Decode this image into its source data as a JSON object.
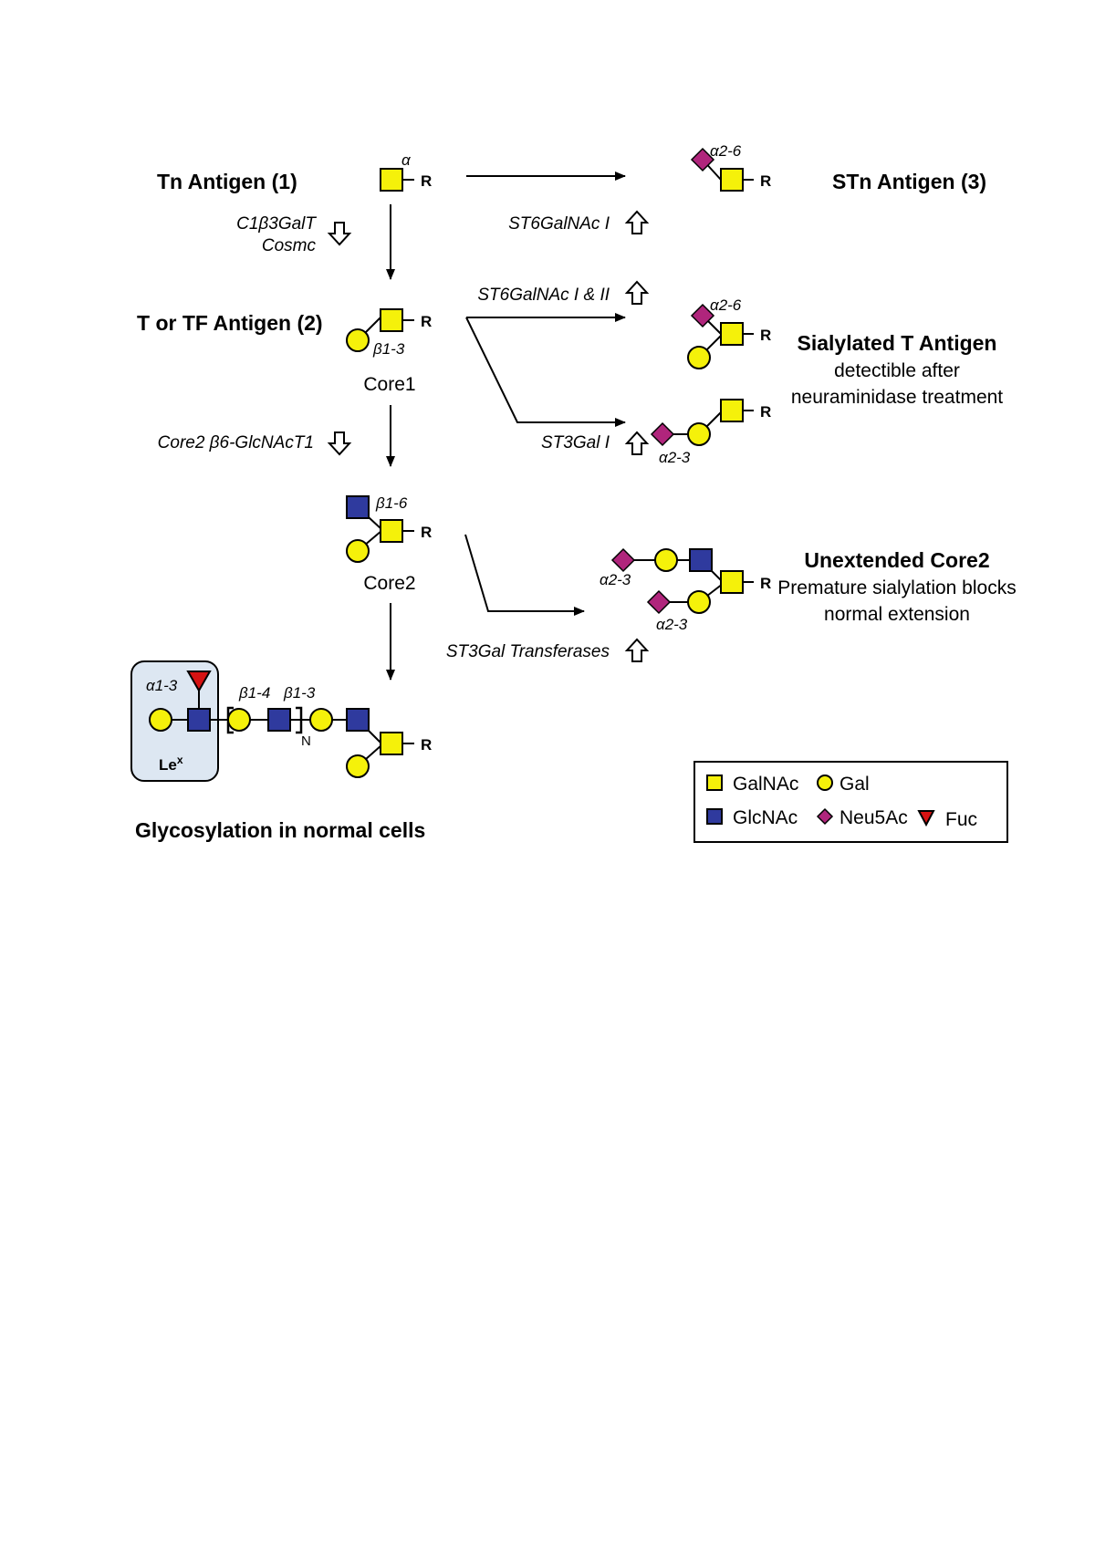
{
  "colors": {
    "galnac": "#f5f10a",
    "gal": "#f5f10a",
    "glcnac": "#2f3a9e",
    "neu5ac": "#b0257c",
    "fuc": "#d61212",
    "lex_box": "#dde7f2"
  },
  "labels": {
    "tn_antigen": "Tn Antigen (1)",
    "stn_antigen": "STn Antigen (3)",
    "t_antigen": "T or TF Antigen (2)",
    "core1": "Core1",
    "core2": "Core2",
    "sialylated_t_title": "Sialylated T Antigen",
    "sialylated_t_line1": "detectible after",
    "sialylated_t_line2": "neuraminidase treatment",
    "unextended_title": "Unextended Core2",
    "unextended_line1": "Premature sialylation blocks",
    "unextended_line2": "normal extension",
    "normal_cells": "Glycosylation in normal cells",
    "lex_main": "Le",
    "lex_sup": "x",
    "repeat_n": "N",
    "r": "R"
  },
  "enzymes": {
    "c1b3galt": "C1β3GalT",
    "cosmc": "Cosmc",
    "st6galnac_i": "ST6GalNAc I",
    "st6galnac_i_ii": "ST6GalNAc I & II",
    "core2_gnt": "Core2 β6-GlcNAcT1",
    "st3gal_i": "ST3Gal I",
    "st3gal_transferases": "ST3Gal Transferases"
  },
  "linkages": {
    "alpha": "α",
    "a2_6": "α2-6",
    "b1_3": "β1-3",
    "a2_3": "α2-3",
    "b1_6": "β1-6",
    "a1_3": "α1-3",
    "b1_4": "β1-4"
  },
  "legend": {
    "galnac": "GalNAc",
    "gal": "Gal",
    "glcnac": "GlcNAc",
    "neu5ac": "Neu5Ac",
    "fuc": "Fuc"
  }
}
